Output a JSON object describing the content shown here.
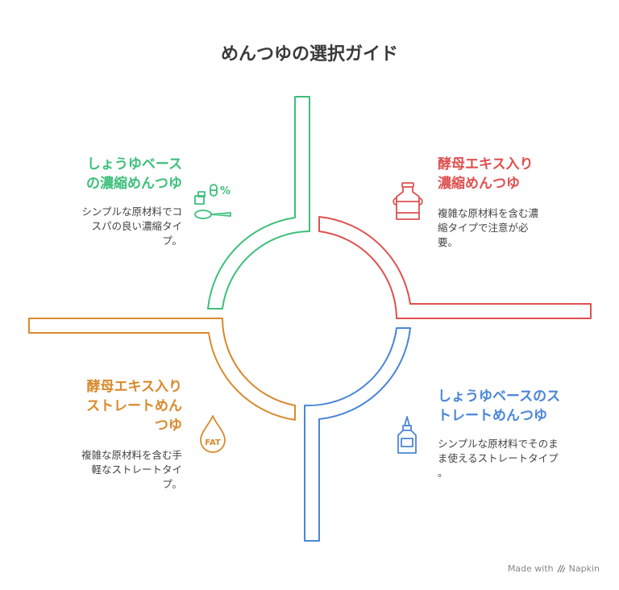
{
  "title": "めんつゆの選択ガイド",
  "colors": {
    "green": "#3dbf7a",
    "red": "#df5050",
    "orange": "#d98a2c",
    "blue": "#4a86d8",
    "text": "#3a3a3a"
  },
  "quadrants": {
    "top_left": {
      "title_lines": [
        "しょうゆベース",
        "の濃縮めんつゆ"
      ],
      "desc_lines": [
        "シンプルな原材料でコ",
        "スパの良い濃縮タイ",
        "プ。"
      ],
      "icon": "measuring-spoon-percent-icon"
    },
    "top_right": {
      "title_lines": [
        "酵母エキス入り",
        "濃縮めんつゆ"
      ],
      "desc_lines": [
        "複雑な原材料を含む濃",
        "縮タイプで注意が必",
        "要。"
      ],
      "icon": "milk-can-icon"
    },
    "bottom_left": {
      "title_lines": [
        "酵母エキス入り",
        "ストレートめん",
        "つゆ"
      ],
      "desc_lines": [
        "複雑な原材料を含む手",
        "軽なストレートタイ",
        "プ。"
      ],
      "icon": "fat-drop-icon"
    },
    "bottom_right": {
      "title_lines": [
        "しょうゆベースのス",
        "トレートめんつゆ"
      ],
      "desc_lines": [
        "シンプルな原材料でそのま",
        "ま使えるストレートタイプ",
        "。"
      ],
      "icon": "sauce-bottle-icon"
    }
  },
  "fat_label": "FAT",
  "percent_label": "%",
  "brand": {
    "made_with": "Made with",
    "name": "Napkin"
  }
}
